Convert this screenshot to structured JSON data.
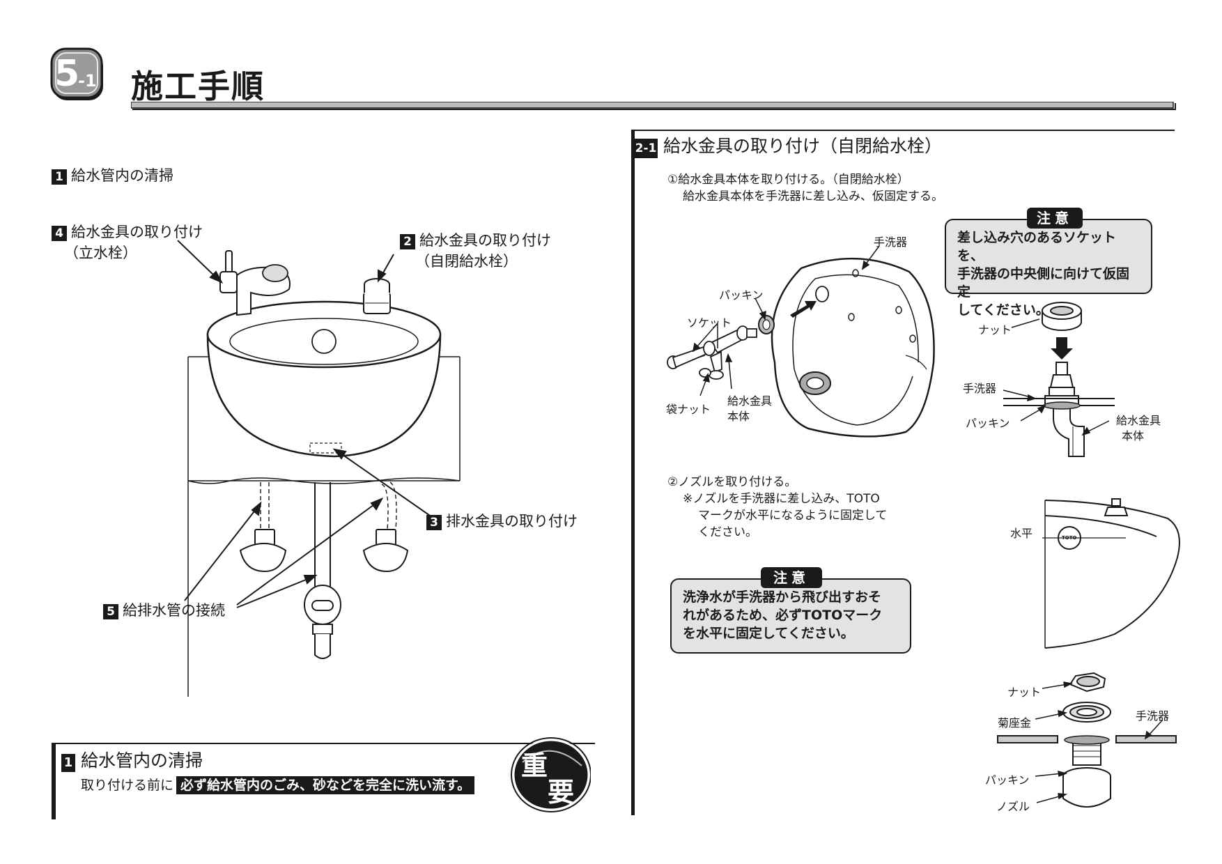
{
  "header": {
    "badge_main": "5",
    "badge_sub": "-1",
    "title": "施工手順"
  },
  "left": {
    "step1_heading_num": "1",
    "step1_heading": "給水管内の清掃",
    "callout4_num": "4",
    "callout4_line1": "給水金具の取り付け",
    "callout4_line2": "（立水栓）",
    "callout2_num": "2",
    "callout2_line1": "給水金具の取り付け",
    "callout2_line2": "（自閉給水栓）",
    "callout3_num": "3",
    "callout3": "排水金具の取り付け",
    "callout5_num": "5",
    "callout5": "給排水管の接続",
    "section1_num": "1",
    "section1_title": "給水管内の清掃",
    "section1_prefix": "取り付ける前に",
    "section1_highlight": "必ず給水管内のごみ、砂などを完全に洗い流す。",
    "important_1": "重",
    "important_2": "要"
  },
  "right": {
    "section_num": "2-1",
    "section_title": "給水金具の取り付け（自閉給水栓）",
    "step1_line1": "①給水金具本体を取り付ける。（自閉給水栓）",
    "step1_line2": "給水金具本体を手洗器に差し込み、仮固定する。",
    "caution_tag": "注意",
    "caution1": [
      "差し込み穴のあるソケットを、",
      "手洗器の中央側に向けて仮固定",
      "してください。"
    ],
    "fig1_labels": {
      "basin": "手洗器",
      "packing": "パッキン",
      "socket": "ソケット",
      "bag_nut": "袋ナット",
      "body1": "給水金具",
      "body2": "本体"
    },
    "fig2_labels": {
      "nut": "ナット",
      "basin": "手洗器",
      "packing": "パッキン",
      "body1": "給水金具",
      "body2": "本体"
    },
    "step2_line1": "②ノズルを取り付ける。",
    "step2_line2": "※ノズルを手洗器に差し込み、TOTO",
    "step2_line3": "マークが水平になるように固定して",
    "step2_line4": "ください。",
    "caution2": [
      "洗浄水が手洗器から飛び出すおそ",
      "れがあるため、必ずTOTOマーク",
      "を水平に固定してください。"
    ],
    "fig3_label": "水平",
    "fig3_mark": "TOTO",
    "fig4_labels": {
      "nut": "ナット",
      "washer": "菊座金",
      "basin": "手洗器",
      "packing": "パッキン",
      "nozzle": "ノズル"
    }
  }
}
